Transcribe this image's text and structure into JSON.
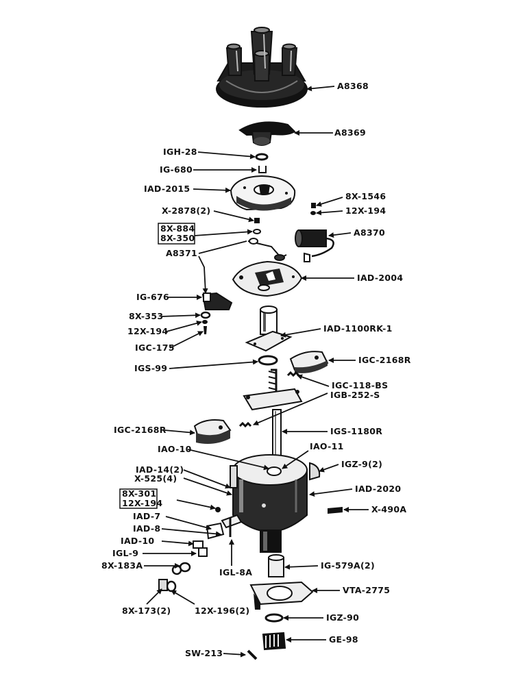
{
  "labels": {
    "A8368": "A8368",
    "A8369": "A8369",
    "IGH_28": "IGH-28",
    "IG_680": "IG-680",
    "IAD_2015": "IAD-2015",
    "BX_1546": "8X-1546",
    "X12_194_a": "12X-194",
    "X_2878": "X-2878(2)",
    "BX_884": "8X-884",
    "BX_350": "8X-350",
    "A8370": "A8370",
    "A8371": "A8371",
    "IAD_2004": "IAD-2004",
    "IG_676": "IG-676",
    "BX_353": "8X-353",
    "X12_194_b": "12X-194",
    "IAD_1100RK": "IAD-1100RK-1",
    "IGC_175": "IGC-175",
    "IGS_99": "IGS-99",
    "IGC_2168R_a": "IGC-2168R",
    "IGC_118": "IGC-118-BS",
    "IGB_252": "IGB-252-S",
    "IGC_2168R_b": "IGC-2168R",
    "IGS_1180R": "IGS-1180R",
    "IAO_10": "IAO-10",
    "IAO_11": "IAO-11",
    "IAD_14": "IAD-14(2)",
    "IGZ_9": "IGZ-9(2)",
    "X_525": "X-525(4)",
    "IAD_2020": "IAD-2020",
    "BX_301": "8X-301",
    "X12_194_c": "12X-194",
    "X_490A": "X-490A",
    "IAD_7": "IAD-7",
    "IAD_8": "IAD-8",
    "IAD_10": "IAD-10",
    "IGL_9": "IGL-9",
    "BX_183A": "8X-183A",
    "IGL_8A": "IGL-8A",
    "IG_579A": "IG-579A(2)",
    "VTA_2775": "VTA-2775",
    "BX_173": "8X-173(2)",
    "X12_196": "12X-196(2)",
    "IGZ_90": "IGZ-90",
    "GE_98": "GE-98",
    "SW_213": "SW-213"
  }
}
